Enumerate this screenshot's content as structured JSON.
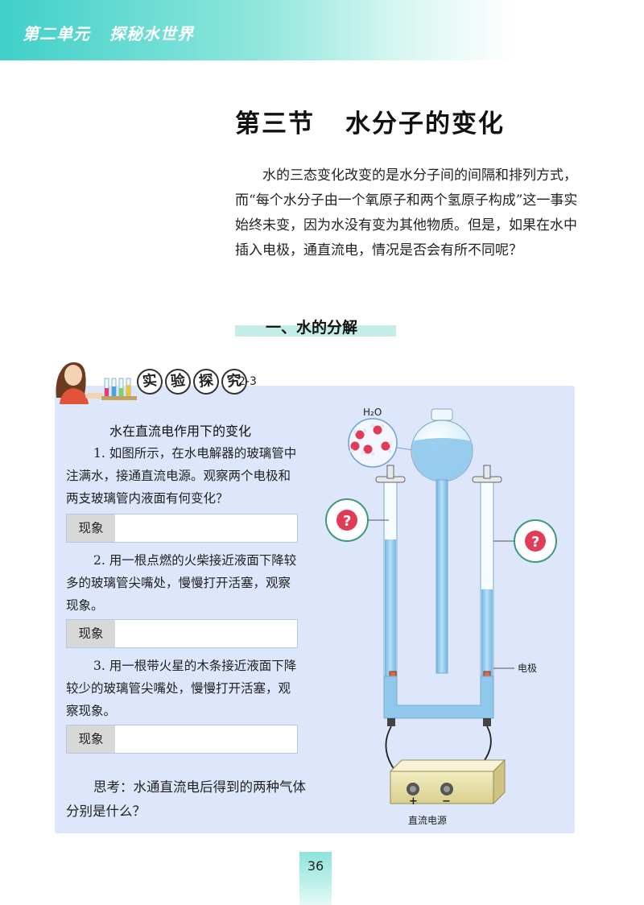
{
  "header": {
    "unit": "第二单元",
    "topic": "探秘水世界"
  },
  "section": {
    "number": "第三节",
    "name": "水分子的变化"
  },
  "intro": "水的三态变化改变的是水分子间的间隔和排列方式，而“每个水分子由一个氧原子和两个氢原子构成”这一事实始终未变，因为水没有变为其他物质。但是，如果在水中插入电极，通直流电，情况是否会有所不同呢？",
  "subheading": "一、水的分解",
  "activity": {
    "title_chars": [
      "实",
      "验",
      "探",
      "究"
    ],
    "number": "2-3",
    "subtitle": "水在直流电作用下的变化",
    "steps": [
      "1. 如图所示，在水电解器的玻璃管中注满水，接通直流电源。观察两个电极和两支玻璃管内液面有何变化？",
      "2. 用一根点燃的火柴接近液面下降较多的玻璃管尖嘴处，慢慢打开活塞，观察现象。",
      "3. 用一根带火星的木条接近液面下降较少的玻璃管尖嘴处，慢慢打开活塞，观察现象。"
    ],
    "observation_label": "现象",
    "think": "思考：水通直流电后得到的两种气体分别是什么？"
  },
  "diagram": {
    "molecule_label": "H₂O",
    "electrode_label": "电极",
    "power_label": "直流电源",
    "plus": "+",
    "minus": "−",
    "question": "?"
  },
  "page_number": "36"
}
